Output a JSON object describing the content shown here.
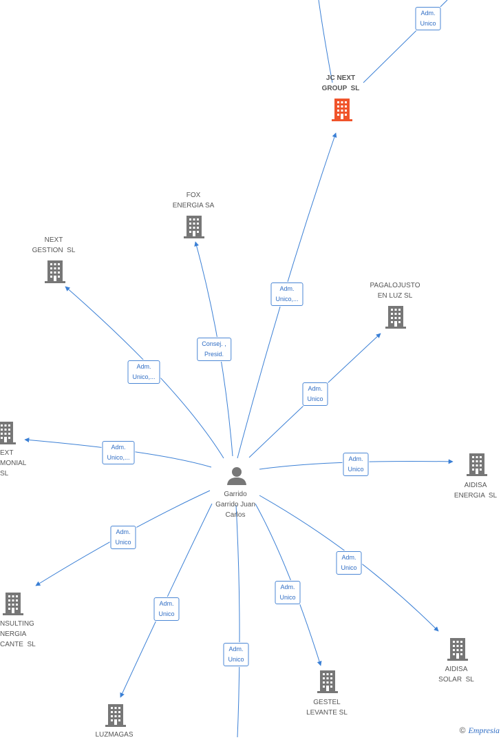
{
  "center": {
    "name": "Garrido\nGarrido Juan\nCarlos",
    "icon": "person-icon"
  },
  "companies": {
    "jc_next": {
      "name": "JC NEXT\nGROUP  SL",
      "icon": "building-icon",
      "color": "#f0542b"
    },
    "fox": {
      "name": "FOX\nENERGIA SA",
      "icon": "building-icon",
      "color": "#777777"
    },
    "next_gestion": {
      "name": "NEXT\nGESTION  SL",
      "icon": "building-icon",
      "color": "#777777"
    },
    "pagalojusto": {
      "name": "PAGALOJUSTO\nEN LUZ SL",
      "icon": "building-icon",
      "color": "#777777"
    },
    "next_patrimonial": {
      "name": "EXT\nMONIAL\nSL",
      "icon": "building-icon",
      "color": "#777777"
    },
    "aidisa_energia": {
      "name": "AIDISA\nENERGIA  SL",
      "icon": "building-icon",
      "color": "#777777"
    },
    "consulting": {
      "name": "NSULTING\nNERGIA\nCANTE  SL",
      "icon": "building-icon",
      "color": "#777777"
    },
    "aidisa_solar": {
      "name": "AIDISA\nSOLAR  SL",
      "icon": "building-icon",
      "color": "#777777"
    },
    "gestel": {
      "name": "GESTEL\nLEVANTE SL",
      "icon": "building-icon",
      "color": "#777777"
    },
    "luzmagas": {
      "name": "LUZMAGAS",
      "icon": "building-icon",
      "color": "#777777"
    }
  },
  "relations": {
    "top_right": "Adm.\nUnico",
    "jc_next": "Adm.\nUnico,...",
    "fox": "Consej. ,\nPresid.",
    "next_gestion": "Adm.\nUnico,...",
    "pagalojusto": "Adm.\nUnico",
    "next_patrimonial": "Adm.\nUnico,...",
    "aidisa_energia": "Adm.\nUnico",
    "consulting": "Adm.\nUnico",
    "aidisa_solar": "Adm.\nUnico",
    "gestel": "Adm.\nUnico",
    "bottom": "Adm.\nUnico",
    "luzmagas": "Adm.\nUnico"
  },
  "colors": {
    "edge": "#3a7fd5",
    "edge_label_border": "#4a86d4"
  },
  "footer": {
    "copyright": "©",
    "brand": "Empresia"
  }
}
